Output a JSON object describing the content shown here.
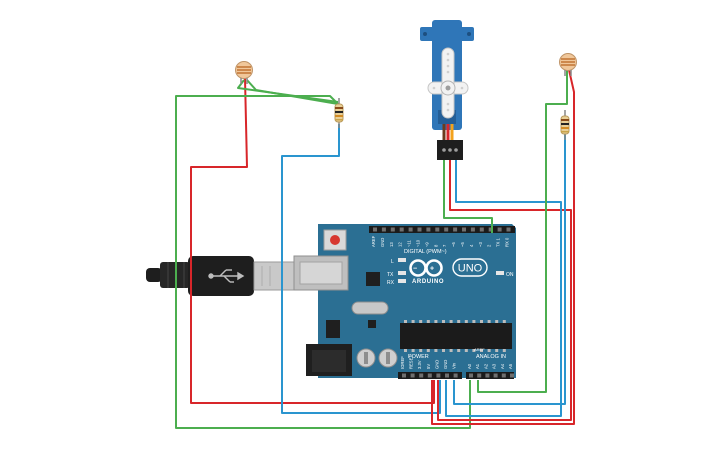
{
  "board": {
    "brand": "ARDUINO",
    "model": "UNO",
    "digital_header_label": "DIGITAL (PWM~)",
    "power_label": "POWER",
    "analog_label": "ANALOG IN",
    "led_l": "L",
    "led_tx": "TX",
    "led_rx": "RX",
    "led_on": "ON",
    "digital_pins": [
      "AREF",
      "GND",
      "13",
      "12",
      "~11",
      "~10",
      "~9",
      "8",
      "7",
      "~6",
      "~5",
      "4",
      "~3",
      "2",
      "TX 1",
      "RX 0"
    ],
    "power_pins": [
      "IOREF",
      "RESET",
      "3.3V",
      "5V",
      "GND",
      "GND",
      "Vin"
    ],
    "analog_pins": [
      "A0",
      "A1",
      "A2",
      "A3",
      "A4",
      "A5"
    ]
  },
  "colors": {
    "board": "#2b6f93",
    "wire_red": "#d8262a",
    "wire_green": "#4cae4f",
    "wire_blue": "#2a95cf",
    "servo_body": "#2f76b8",
    "usb_cable": "#222222"
  },
  "components": {
    "servo": "servo-motor",
    "photoresistor_left": "photoresistor",
    "photoresistor_right": "photoresistor",
    "resistor_left": "resistor",
    "resistor_right": "resistor",
    "usb": "usb-cable"
  }
}
